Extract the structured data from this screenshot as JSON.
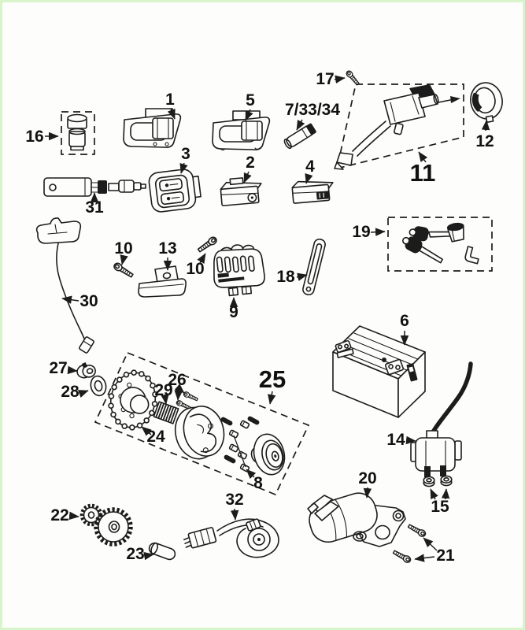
{
  "figure": {
    "type": "exploded-parts-diagram",
    "background": "#fdfefb",
    "border_color": "#d9f4ca",
    "line_color": "#1c1c1c"
  },
  "labels": {
    "p1": "1",
    "p2": "2",
    "p3": "3",
    "p4": "4",
    "p5": "5",
    "p6": "6",
    "p7": "7/33/34",
    "p8": "8",
    "p9": "9",
    "p10a": "10",
    "p10b": "10",
    "p11": "11",
    "p12": "12",
    "p13": "13",
    "p14": "14",
    "p15": "15",
    "p16": "16",
    "p17": "17",
    "p18": "18",
    "p19": "19",
    "p20": "20",
    "p21": "21",
    "p22": "22",
    "p23": "23",
    "p24": "24",
    "p25": "25",
    "p26": "26",
    "p27": "27",
    "p28": "28",
    "p29": "29",
    "p30": "30",
    "p31": "31",
    "p32": "32"
  }
}
